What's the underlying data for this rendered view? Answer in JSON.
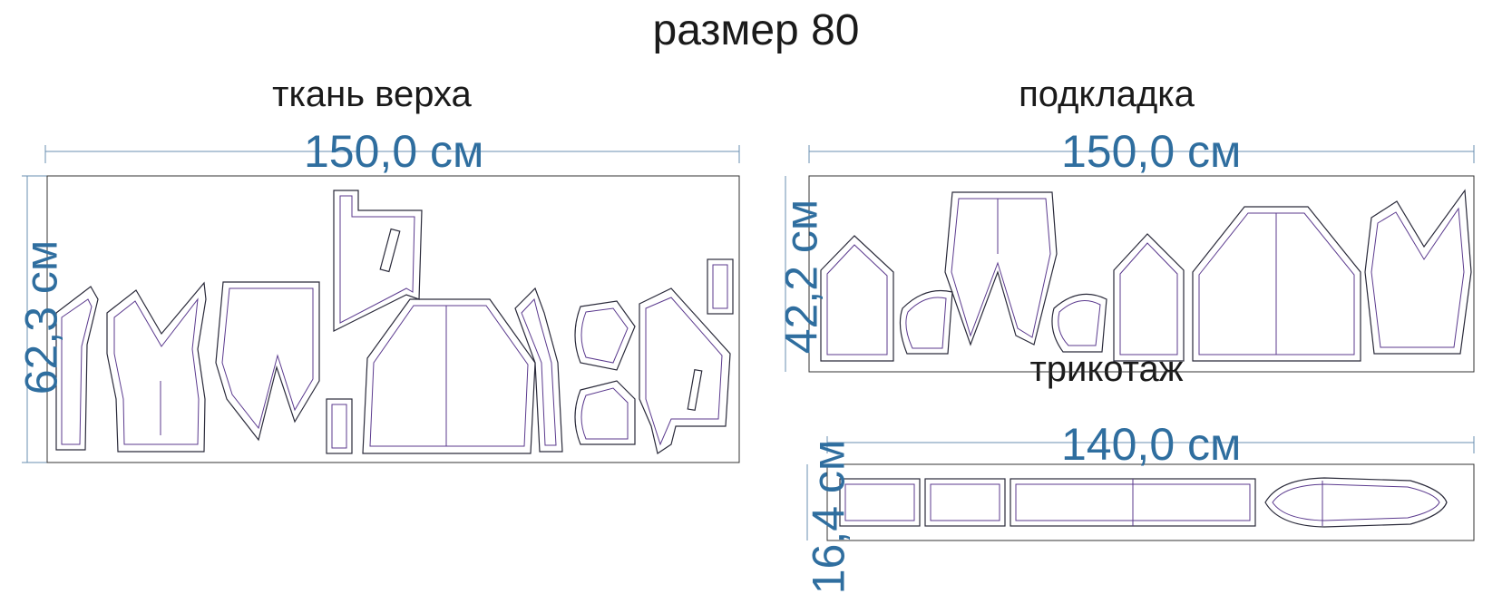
{
  "title": "размер 80",
  "sections": {
    "shell": {
      "label": "ткань верха",
      "width": "150,0 см",
      "height": "62,3 см"
    },
    "lining": {
      "label": "подкладка",
      "width": "150,0 см",
      "height": "42,2 см"
    },
    "knit": {
      "label": "трикотаж",
      "width": "140,0 см",
      "height": "16,4 см"
    }
  },
  "colors": {
    "dimension_text": "#2f6e9f",
    "seam_line": "#5b3a8e",
    "outline": "#2a2a3a"
  }
}
